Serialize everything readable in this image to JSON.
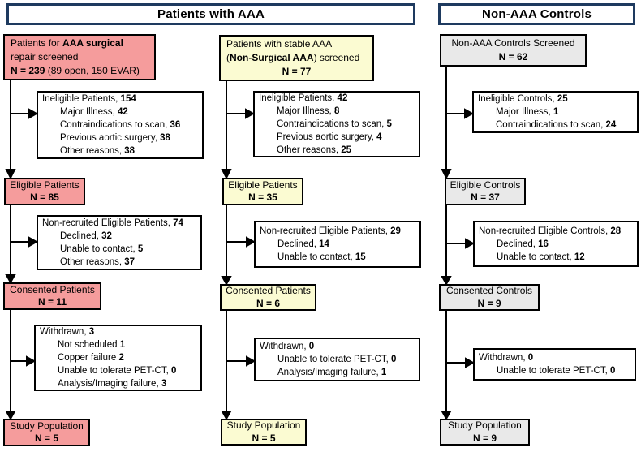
{
  "headers": {
    "patients_aaa": "Patients with AAA",
    "non_aaa_controls": "Non-AAA Controls"
  },
  "colors": {
    "header_border": "#1e3a5f",
    "box_border": "#000000",
    "arrow": "#000000",
    "aaa_surgical_fill": "#f59c9c",
    "non_surgical_aaa_fill": "#fbfbd2",
    "non_aaa_controls_fill": "#e9e9e9"
  },
  "columns": [
    {
      "name": "AAA surgical repair patients",
      "fill": "#f59c9c",
      "boxes": {
        "screened": {
          "lines": [
            {
              "parts": [
                {
                  "t": "Patients for "
                },
                {
                  "t": "AAA surgical",
                  "b": true
                }
              ]
            },
            {
              "parts": [
                {
                  "t": "repair screened"
                }
              ]
            },
            {
              "parts": [
                {
                  "t": " "
                },
                {
                  "t": "N = 239",
                  "b": true
                },
                {
                  "t": " (89 open, 150 EVAR)"
                }
              ]
            }
          ]
        },
        "ineligible": {
          "lines": [
            {
              "parts": [
                {
                  "t": "Ineligible Patients, "
                },
                {
                  "t": "154",
                  "b": true
                }
              ]
            },
            {
              "indent": true,
              "parts": [
                {
                  "t": "Major Illness, "
                },
                {
                  "t": "42",
                  "b": true
                }
              ]
            },
            {
              "indent": true,
              "parts": [
                {
                  "t": "Contraindications to scan, "
                },
                {
                  "t": "36",
                  "b": true
                }
              ]
            },
            {
              "indent": true,
              "parts": [
                {
                  "t": "Previous aortic surgery, "
                },
                {
                  "t": "38",
                  "b": true
                }
              ]
            },
            {
              "indent": true,
              "parts": [
                {
                  "t": "Other reasons, "
                },
                {
                  "t": "38",
                  "b": true
                }
              ]
            }
          ]
        },
        "eligible": {
          "lines": [
            {
              "parts": [
                {
                  "t": "Eligible Patients"
                }
              ]
            },
            {
              "parts": [
                {
                  "t": "N = 85",
                  "b": true
                }
              ]
            }
          ]
        },
        "non_recruited": {
          "lines": [
            {
              "parts": [
                {
                  "t": "Non-recruited Eligible Patients, "
                },
                {
                  "t": "74",
                  "b": true
                }
              ]
            },
            {
              "indent": true,
              "parts": [
                {
                  "t": "Declined, "
                },
                {
                  "t": "32",
                  "b": true
                }
              ]
            },
            {
              "indent": true,
              "parts": [
                {
                  "t": "Unable to contact, "
                },
                {
                  "t": "5",
                  "b": true
                }
              ]
            },
            {
              "indent": true,
              "parts": [
                {
                  "t": "Other reasons, "
                },
                {
                  "t": "37",
                  "b": true
                }
              ]
            }
          ]
        },
        "consented": {
          "lines": [
            {
              "parts": [
                {
                  "t": "Consented Patients"
                }
              ]
            },
            {
              "parts": [
                {
                  "t": "N = 11",
                  "b": true
                }
              ]
            }
          ]
        },
        "withdrawn": {
          "lines": [
            {
              "parts": [
                {
                  "t": "Withdrawn, "
                },
                {
                  "t": "3",
                  "b": true
                }
              ]
            },
            {
              "indent": true,
              "parts": [
                {
                  "t": "Not scheduled "
                },
                {
                  "t": "1",
                  "b": true
                }
              ]
            },
            {
              "indent": true,
              "parts": [
                {
                  "t": "Copper failure "
                },
                {
                  "t": "2",
                  "b": true
                }
              ]
            },
            {
              "indent": true,
              "parts": [
                {
                  "t": "Unable to tolerate PET-CT, "
                },
                {
                  "t": "0",
                  "b": true
                }
              ]
            },
            {
              "indent": true,
              "parts": [
                {
                  "t": "Analysis/Imaging failure, "
                },
                {
                  "t": "3",
                  "b": true
                }
              ]
            }
          ]
        },
        "study": {
          "lines": [
            {
              "parts": [
                {
                  "t": "Study Population"
                }
              ]
            },
            {
              "parts": [
                {
                  "t": "N = 5",
                  "b": true
                }
              ]
            }
          ]
        }
      }
    },
    {
      "name": "Stable (non-surgical) AAA patients",
      "fill": "#fbfbd2",
      "boxes": {
        "screened": {
          "lines": [
            {
              "parts": [
                {
                  "t": "Patients with stable AAA"
                }
              ]
            },
            {
              "parts": [
                {
                  "t": "("
                },
                {
                  "t": "Non-Surgical AAA",
                  "b": true
                },
                {
                  "t": ") screened"
                }
              ]
            },
            {
              "center": true,
              "parts": [
                {
                  "t": "N = 77",
                  "b": true
                }
              ]
            }
          ]
        },
        "ineligible": {
          "lines": [
            {
              "parts": [
                {
                  "t": "Ineligible Patients, "
                },
                {
                  "t": "42",
                  "b": true
                }
              ]
            },
            {
              "indent": true,
              "parts": [
                {
                  "t": "Major Illness, "
                },
                {
                  "t": "8",
                  "b": true
                }
              ]
            },
            {
              "indent": true,
              "parts": [
                {
                  "t": "Contraindications to scan, "
                },
                {
                  "t": "5",
                  "b": true
                }
              ]
            },
            {
              "indent": true,
              "parts": [
                {
                  "t": "Previous aortic surgery, "
                },
                {
                  "t": "4",
                  "b": true
                }
              ]
            },
            {
              "indent": true,
              "parts": [
                {
                  "t": "Other reasons, "
                },
                {
                  "t": "25",
                  "b": true
                }
              ]
            }
          ]
        },
        "eligible": {
          "lines": [
            {
              "parts": [
                {
                  "t": "Eligible Patients"
                }
              ]
            },
            {
              "parts": [
                {
                  "t": "N = 35",
                  "b": true
                }
              ]
            }
          ]
        },
        "non_recruited": {
          "lines": [
            {
              "parts": [
                {
                  "t": "Non-recruited Eligible Patients, "
                },
                {
                  "t": "29",
                  "b": true
                }
              ]
            },
            {
              "indent": true,
              "parts": [
                {
                  "t": "Declined, "
                },
                {
                  "t": "14",
                  "b": true
                }
              ]
            },
            {
              "indent": true,
              "parts": [
                {
                  "t": "Unable to contact, "
                },
                {
                  "t": "15",
                  "b": true
                }
              ]
            }
          ]
        },
        "consented": {
          "lines": [
            {
              "parts": [
                {
                  "t": "Consented Patients"
                }
              ]
            },
            {
              "parts": [
                {
                  "t": "N = 6",
                  "b": true
                }
              ]
            }
          ]
        },
        "withdrawn": {
          "lines": [
            {
              "parts": [
                {
                  "t": "Withdrawn, "
                },
                {
                  "t": "0",
                  "b": true
                }
              ]
            },
            {
              "indent": true,
              "parts": [
                {
                  "t": "Unable to tolerate PET-CT, "
                },
                {
                  "t": "0",
                  "b": true
                }
              ]
            },
            {
              "indent": true,
              "parts": [
                {
                  "t": "Analysis/Imaging failure, "
                },
                {
                  "t": "1",
                  "b": true
                }
              ]
            }
          ]
        },
        "study": {
          "lines": [
            {
              "parts": [
                {
                  "t": "Study Population"
                }
              ]
            },
            {
              "parts": [
                {
                  "t": "N = 5",
                  "b": true
                }
              ]
            }
          ]
        }
      }
    },
    {
      "name": "Non-AAA controls",
      "fill": "#e9e9e9",
      "boxes": {
        "screened": {
          "lines": [
            {
              "center": true,
              "parts": [
                {
                  "t": "Non-AAA Controls Screened"
                }
              ]
            },
            {
              "center": true,
              "parts": [
                {
                  "t": "N = 62",
                  "b": true
                }
              ]
            }
          ]
        },
        "ineligible": {
          "lines": [
            {
              "parts": [
                {
                  "t": "Ineligible Controls, "
                },
                {
                  "t": "25",
                  "b": true
                }
              ]
            },
            {
              "indent": true,
              "parts": [
                {
                  "t": "Major Illness, "
                },
                {
                  "t": "1",
                  "b": true
                }
              ]
            },
            {
              "indent": true,
              "parts": [
                {
                  "t": "Contraindications to scan, "
                },
                {
                  "t": "24",
                  "b": true
                }
              ]
            }
          ]
        },
        "eligible": {
          "lines": [
            {
              "parts": [
                {
                  "t": "Eligible Controls"
                }
              ]
            },
            {
              "parts": [
                {
                  "t": "N = 37",
                  "b": true
                }
              ]
            }
          ]
        },
        "non_recruited": {
          "lines": [
            {
              "parts": [
                {
                  "t": "Non-recruited Eligible Controls, "
                },
                {
                  "t": "28",
                  "b": true
                }
              ]
            },
            {
              "indent": true,
              "parts": [
                {
                  "t": "Declined, "
                },
                {
                  "t": "16",
                  "b": true
                }
              ]
            },
            {
              "indent": true,
              "parts": [
                {
                  "t": "Unable to contact, "
                },
                {
                  "t": "12",
                  "b": true
                }
              ]
            }
          ]
        },
        "consented": {
          "lines": [
            {
              "parts": [
                {
                  "t": "Consented Controls"
                }
              ]
            },
            {
              "parts": [
                {
                  "t": "N = 9",
                  "b": true
                }
              ]
            }
          ]
        },
        "withdrawn": {
          "lines": [
            {
              "parts": [
                {
                  "t": "Withdrawn, "
                },
                {
                  "t": "0",
                  "b": true
                }
              ]
            },
            {
              "indent": true,
              "parts": [
                {
                  "t": "Unable to tolerate PET-CT, "
                },
                {
                  "t": "0",
                  "b": true
                }
              ]
            }
          ]
        },
        "study": {
          "lines": [
            {
              "parts": [
                {
                  "t": "Study Population"
                }
              ]
            },
            {
              "parts": [
                {
                  "t": "N = 9",
                  "b": true
                }
              ]
            }
          ]
        }
      }
    }
  ]
}
